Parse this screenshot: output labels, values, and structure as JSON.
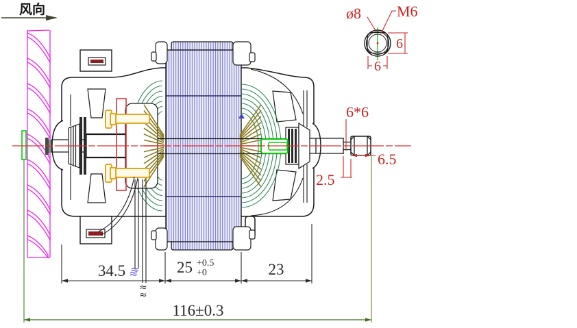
{
  "drawing": {
    "flow_direction_label": "风向",
    "dims": {
      "fan_to_stator": "34.5",
      "stator_length_main": "25",
      "stator_length_upper_tol": "+0.5",
      "stator_length_lower_tol": "+0",
      "stator_to_shaft_end": "23",
      "overall_length": "116±0.3",
      "shaft_flats": "6*6",
      "shaft_end_length": "6.5",
      "shaft_neck_length": "2.5",
      "shaft_diameter": "ø8",
      "thread_spec": "M6",
      "flats_height": "6",
      "flats_width": "6",
      "approx_symbol": "≈"
    },
    "colors": {
      "centerline_red": "#e03131",
      "dimension_red": "#cc2222",
      "dimension_black": "#2a2a2a",
      "overall_dim_green": "#3f6f1f",
      "extension_olive": "#7d7d1e",
      "fan_magenta": "#ee22ee",
      "stator_lamination_blue": "#5b5bc0",
      "winding_end_green": "#2e8b57",
      "coil_khaki": "#8a7a1e",
      "bolt_yellow": "#e0a820",
      "key_green": "#00cc00",
      "terminal_dark_red": "#8b1e1e"
    }
  }
}
